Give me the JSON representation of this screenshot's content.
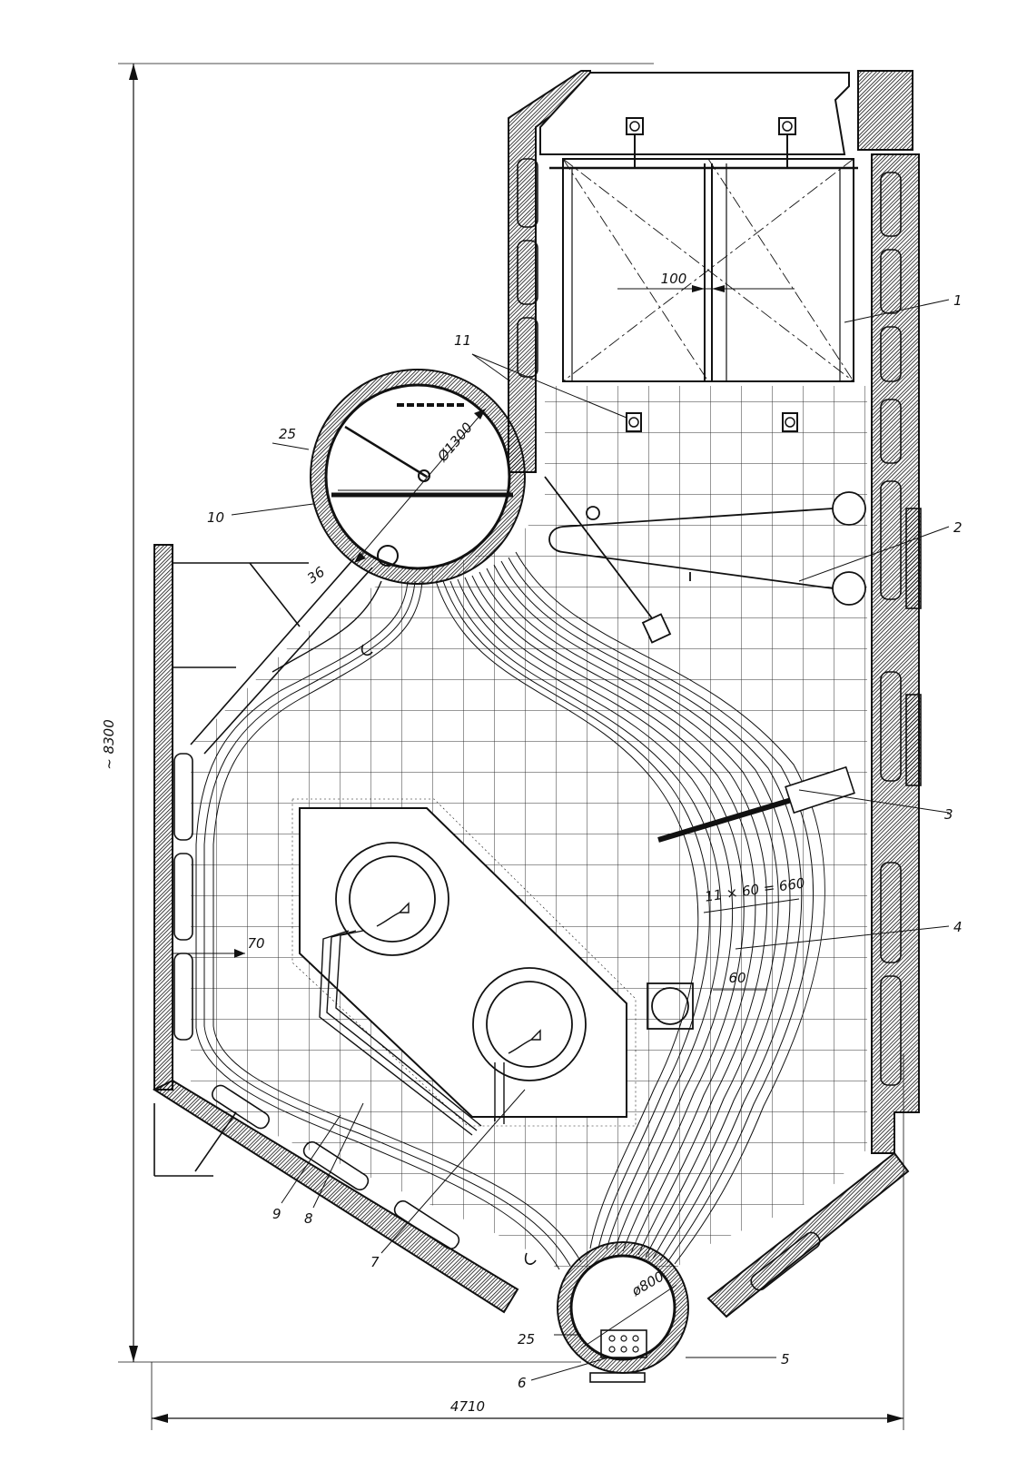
{
  "dimensions": {
    "height": "~ 8300",
    "width": "4710",
    "drum_upper": "Ø1300",
    "drum_lower": "ø800",
    "upper_wall": "25",
    "upper_thickness": "36",
    "lower_wall": "25",
    "tube_spacing": "100",
    "left_gap": "70",
    "bundle_width": "11 × 60 = 660",
    "tube_pitch": "60"
  },
  "callouts": [
    "1",
    "2",
    "3",
    "4",
    "5",
    "6",
    "7",
    "8",
    "9",
    "10",
    "11"
  ],
  "colors": {
    "ink": "#111111",
    "background": "#ffffff"
  }
}
